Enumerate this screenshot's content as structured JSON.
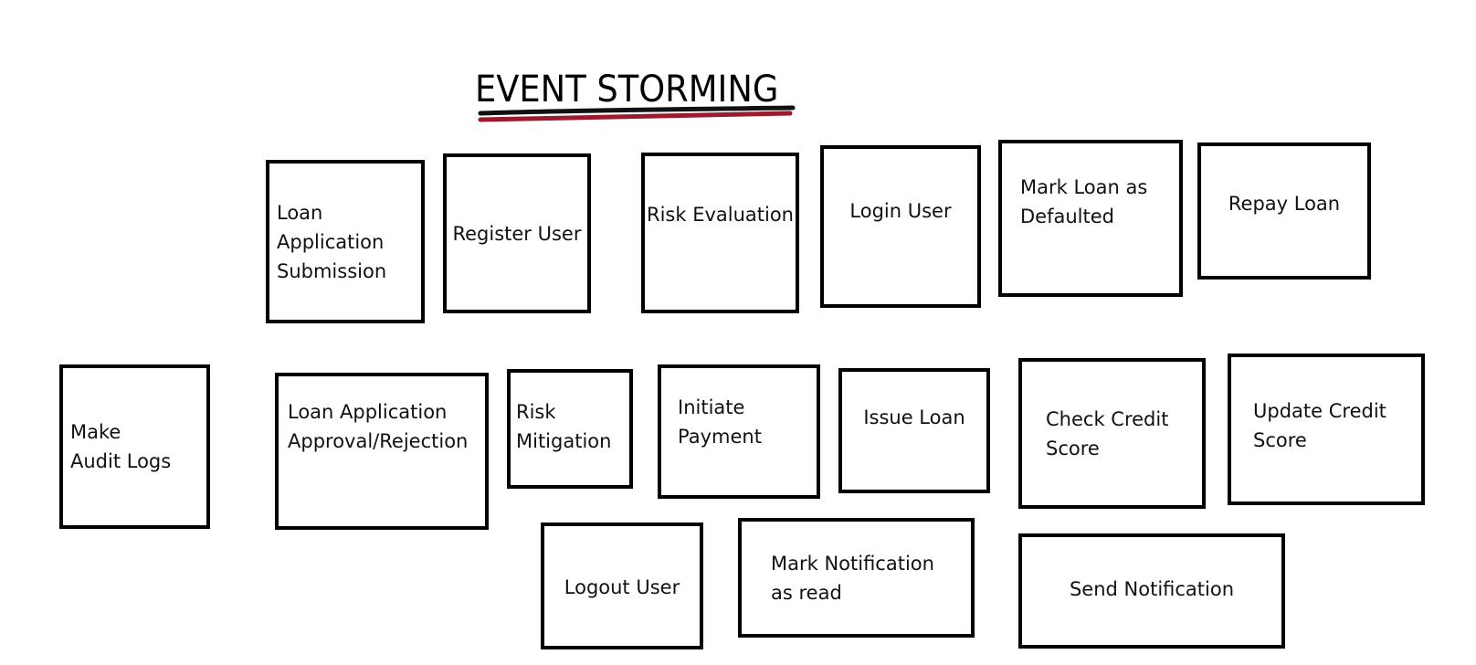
{
  "title": "EVENT STORMING",
  "colors": {
    "box_border": "#000000",
    "underline_dark": "#111111",
    "underline_accent": "#9b1b2e"
  },
  "events": {
    "loan_application_submission": "Loan\nApplication\nSubmission",
    "register_user": "Register User",
    "risk_evaluation": "Risk Evaluation",
    "login_user": "Login User",
    "mark_loan_defaulted": "Mark Loan as\nDefaulted",
    "repay_loan": "Repay Loan",
    "make_audit_logs": "Make\nAudit Logs",
    "loan_application_approval": "Loan Application\nApproval/Rejection",
    "risk_mitigation": "Risk\nMitigation",
    "initiate_payment": "Initiate\nPayment",
    "issue_loan": "Issue Loan",
    "check_credit_score": "Check Credit\nScore",
    "update_credit_score": "Update Credit\nScore",
    "logout_user": "Logout User",
    "mark_notification_read": "Mark Notification\nas read",
    "send_notification": "Send Notification"
  }
}
